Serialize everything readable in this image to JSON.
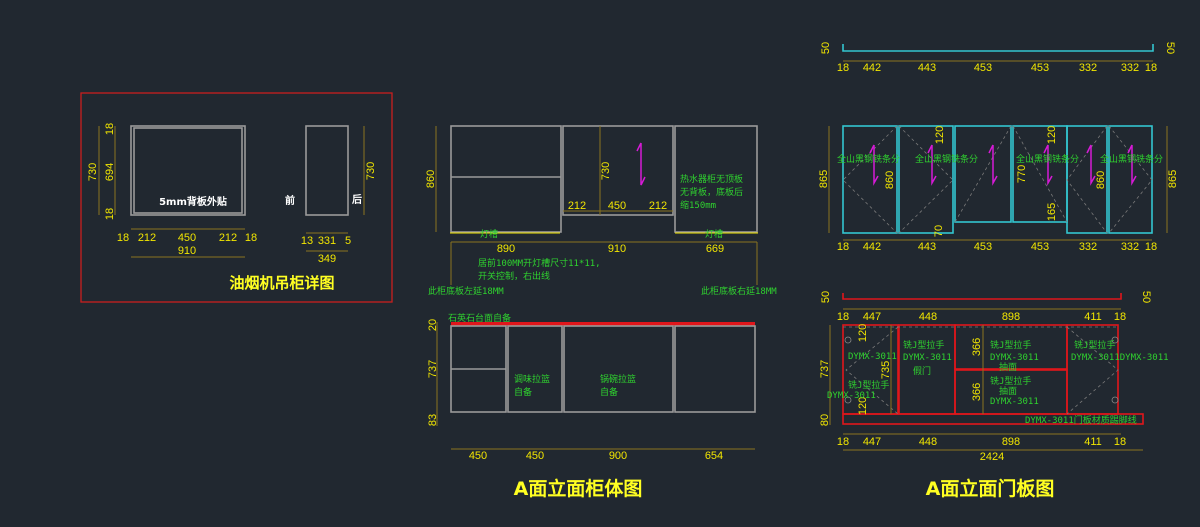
{
  "canvas": {
    "background": "#212830"
  },
  "colors": {
    "dimension": "#f2e600",
    "note": "#2fd12f",
    "cabinet_line": "#9a9a9a",
    "door_line": "#33c6d0",
    "door_frame_red": "#e0161b",
    "arrow": "#d61ad6",
    "title": "#ffff22",
    "detail_frame": "#c81e1e"
  },
  "hood_cabinet_detail": {
    "title": "油烟机吊柜详图",
    "front_view": {
      "label_back_panel": "5mm背板外贴",
      "height_total": "730",
      "height_inner": "694",
      "top_thick": "18",
      "bottom_thick": "18",
      "widths": [
        "18",
        "212",
        "450",
        "212",
        "18"
      ],
      "width_total": "910"
    },
    "side_view": {
      "label_front": "前",
      "label_back": "后",
      "height_total": "730",
      "depths": [
        "13",
        "331",
        "5"
      ],
      "depth_total": "349"
    }
  },
  "cabinet_body": {
    "title": "A面立面柜体图",
    "upper": {
      "height_left": "860",
      "middle_height": "730",
      "middle_widths": [
        "212",
        "450",
        "212"
      ],
      "widths": [
        "890",
        "910",
        "669"
      ],
      "light_slot_left": "灯槽",
      "light_slot_right": "灯槽",
      "note_heater": [
        "热水器柜无顶板",
        "无背板，底板后",
        "缩150mm"
      ],
      "note_light": [
        "居前100MM开灯槽尺寸11*11,",
        "开关控制，右出线"
      ],
      "note_left": "此柜底板左延18MM",
      "note_right": "此柜底板右延18MM"
    },
    "lower": {
      "countertop_note": "石英石台面自备",
      "heights": [
        "20",
        "737",
        "83"
      ],
      "widths": [
        "450",
        "450",
        "900",
        "654"
      ],
      "basket1": [
        "调味拉篮",
        "自备"
      ],
      "basket2": [
        "锅碗拉篮",
        "自备"
      ]
    }
  },
  "door_panel": {
    "title": "A面立面门板图",
    "upper_top": {
      "side_h_left": "50",
      "side_h_right": "50",
      "widths": [
        "18",
        "442",
        "443",
        "453",
        "453",
        "332",
        "332",
        "18"
      ]
    },
    "upper": {
      "height_left": "865",
      "height_right": "865",
      "handle_label": "全山黑钢铣条分",
      "dims": {
        "d120a": "120",
        "d860a": "860",
        "d70": "70",
        "d120b": "120",
        "d770": "770",
        "d165": "165",
        "d860b": "860"
      },
      "widths": [
        "18",
        "442",
        "443",
        "453",
        "453",
        "332",
        "332",
        "18"
      ]
    },
    "lower_top": {
      "side_h_left": "50",
      "side_h_right": "50",
      "widths": [
        "18",
        "447",
        "448",
        "898",
        "411",
        "18"
      ]
    },
    "lower": {
      "heights": [
        "737",
        "80"
      ],
      "dims": {
        "d120a": "120",
        "d735": "735",
        "d120b": "120",
        "d366a": "366",
        "d366b": "366"
      },
      "handle": "铣J型拉手",
      "model": "DYMX-3011",
      "fake_door": "假门",
      "drawer": "抽面",
      "model_joined": "DYMX-3011DYMX-3011",
      "kick_note": "DYMX-3011门板材质踢脚线",
      "widths": [
        "18",
        "447",
        "448",
        "898",
        "411",
        "18"
      ],
      "width_total": "2424"
    }
  }
}
